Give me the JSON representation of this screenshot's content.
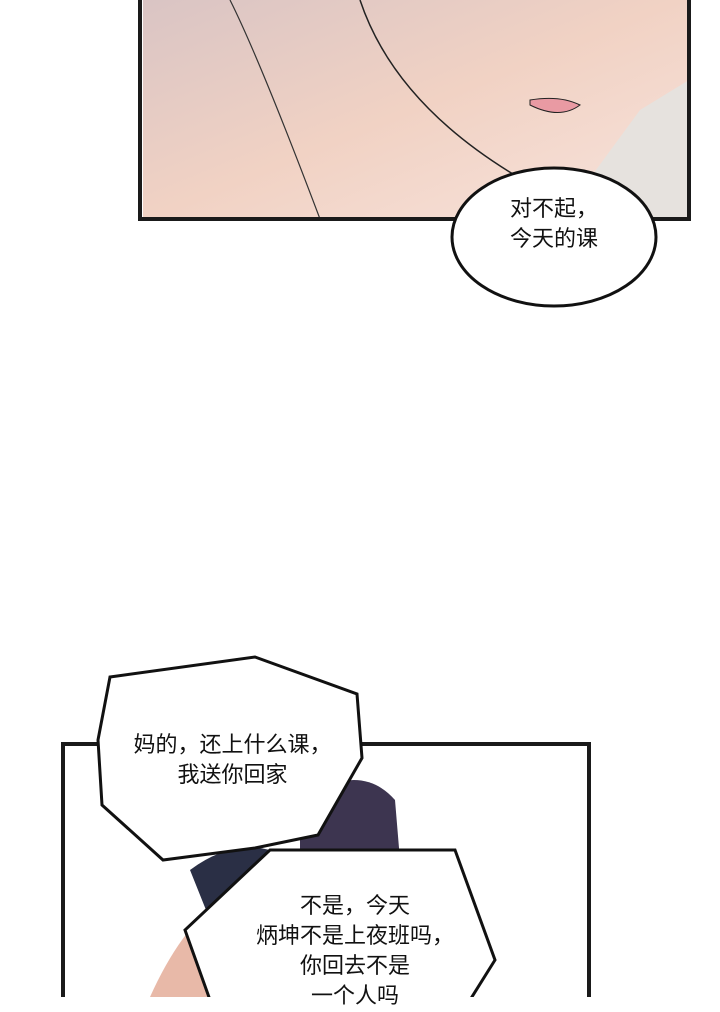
{
  "panels": [
    {
      "id": "panel-1",
      "description_colors": {
        "skin": "#f3d6cc",
        "shadow": "#e2c2b8",
        "border": "#1a1a1a"
      }
    },
    {
      "id": "panel-2",
      "description_colors": {
        "hair": "#3d3550",
        "skin": "#e8b9a8",
        "border": "#1a1a1a"
      }
    }
  ],
  "bubbles": {
    "apology": {
      "lines": [
        "对不起，",
        "今天的课"
      ]
    },
    "angry": {
      "lines": [
        "妈的，还上什么课，",
        "我送你回家"
      ]
    },
    "question": {
      "lines": [
        "不是，今天",
        "炳坤不是上夜班吗，",
        "你回去不是",
        "一个人吗"
      ]
    }
  }
}
